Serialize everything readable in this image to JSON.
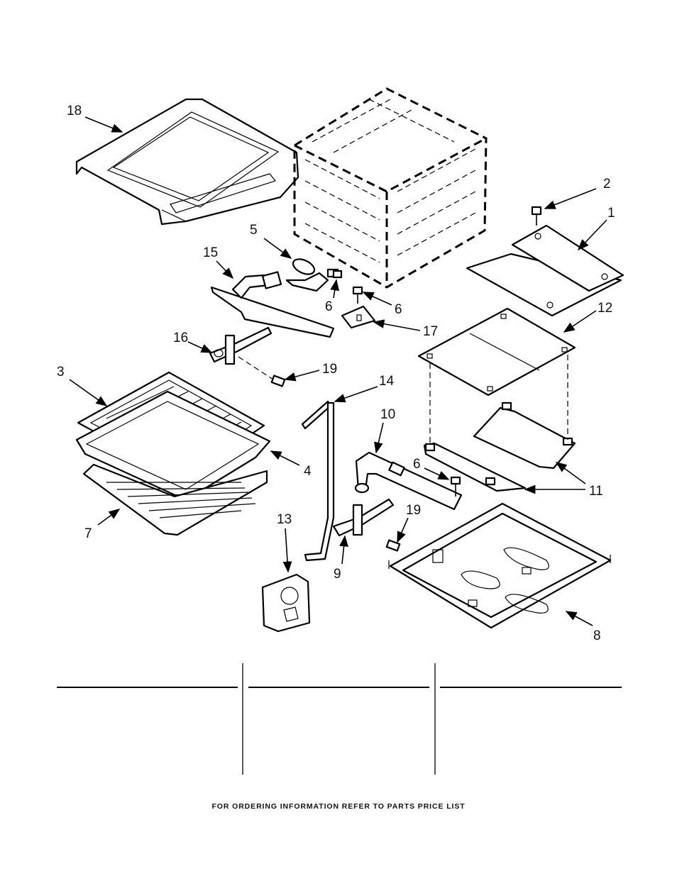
{
  "callouts": {
    "c1": "1",
    "c2": "2",
    "c3": "3",
    "c4": "4",
    "c5": "5",
    "c6a": "6",
    "c6b": "6",
    "c6c": "6",
    "c7": "7",
    "c8": "8",
    "c9": "9",
    "c10": "10",
    "c11": "11",
    "c12": "12",
    "c13": "13",
    "c14": "14",
    "c15": "15",
    "c16": "16",
    "c17": "17",
    "c18": "18",
    "c19a": "19",
    "c19b": "19"
  },
  "footer": "FOR ORDERING INFORMATION REFER TO PARTS PRICE LIST"
}
